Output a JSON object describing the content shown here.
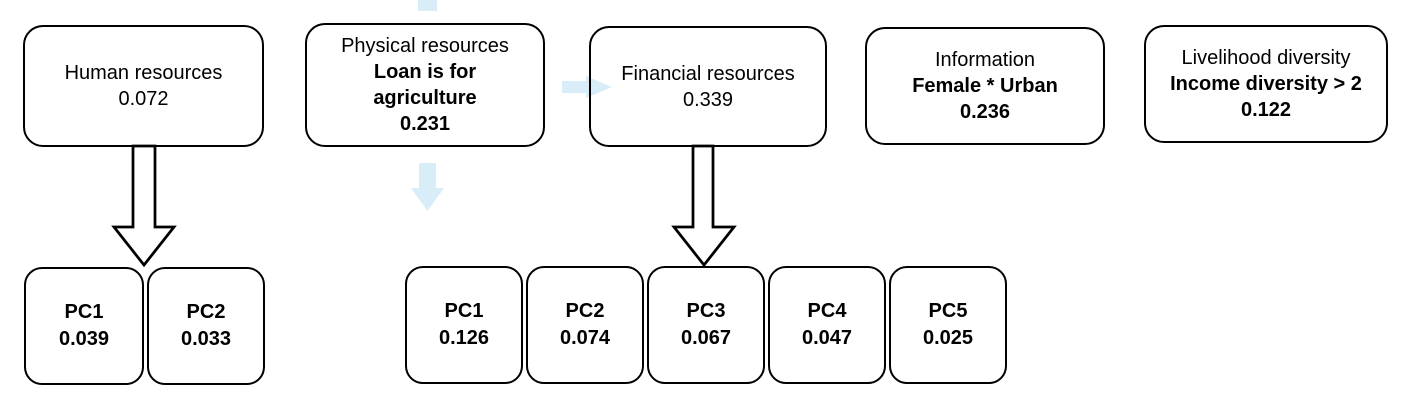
{
  "colors": {
    "background": "#ffffff",
    "box_border": "#000000",
    "text": "#000000",
    "highlight_arrow_blue": "#d9edf8",
    "flow_arrow_fill": "#ffffff",
    "flow_arrow_outline": "#000000"
  },
  "diagram": {
    "top_boxes": [
      {
        "name": "human-resources",
        "lines": [
          {
            "text": "Human resources",
            "bold": false
          },
          {
            "text": "0.072",
            "bold": false
          }
        ]
      },
      {
        "name": "physical-resources",
        "lines": [
          {
            "text": "Physical resources",
            "bold": false
          },
          {
            "text": "Loan is for",
            "bold": true
          },
          {
            "text": "agriculture",
            "bold": true
          },
          {
            "text": "0.231",
            "bold": true
          }
        ]
      },
      {
        "name": "financial-resources",
        "lines": [
          {
            "text": "Financial resources",
            "bold": false
          },
          {
            "text": "0.339",
            "bold": false
          }
        ]
      },
      {
        "name": "information",
        "lines": [
          {
            "text": "Information",
            "bold": false
          },
          {
            "text": "Female * Urban",
            "bold": true
          },
          {
            "text": "0.236",
            "bold": true
          }
        ]
      },
      {
        "name": "livelihood-diversity",
        "lines": [
          {
            "text": "Livelihood diversity",
            "bold": false
          },
          {
            "text": "Income diversity > 2",
            "bold": true
          },
          {
            "text": "0.122",
            "bold": true
          }
        ]
      }
    ],
    "pc_groups": [
      {
        "parent": "human-resources",
        "items": [
          {
            "label": "PC1",
            "value": "0.039"
          },
          {
            "label": "PC2",
            "value": "0.033"
          }
        ]
      },
      {
        "parent": "financial-resources",
        "items": [
          {
            "label": "PC1",
            "value": "0.126"
          },
          {
            "label": "PC2",
            "value": "0.074"
          },
          {
            "label": "PC3",
            "value": "0.067"
          },
          {
            "label": "PC4",
            "value": "0.047"
          },
          {
            "label": "PC5",
            "value": "0.025"
          }
        ]
      }
    ]
  }
}
